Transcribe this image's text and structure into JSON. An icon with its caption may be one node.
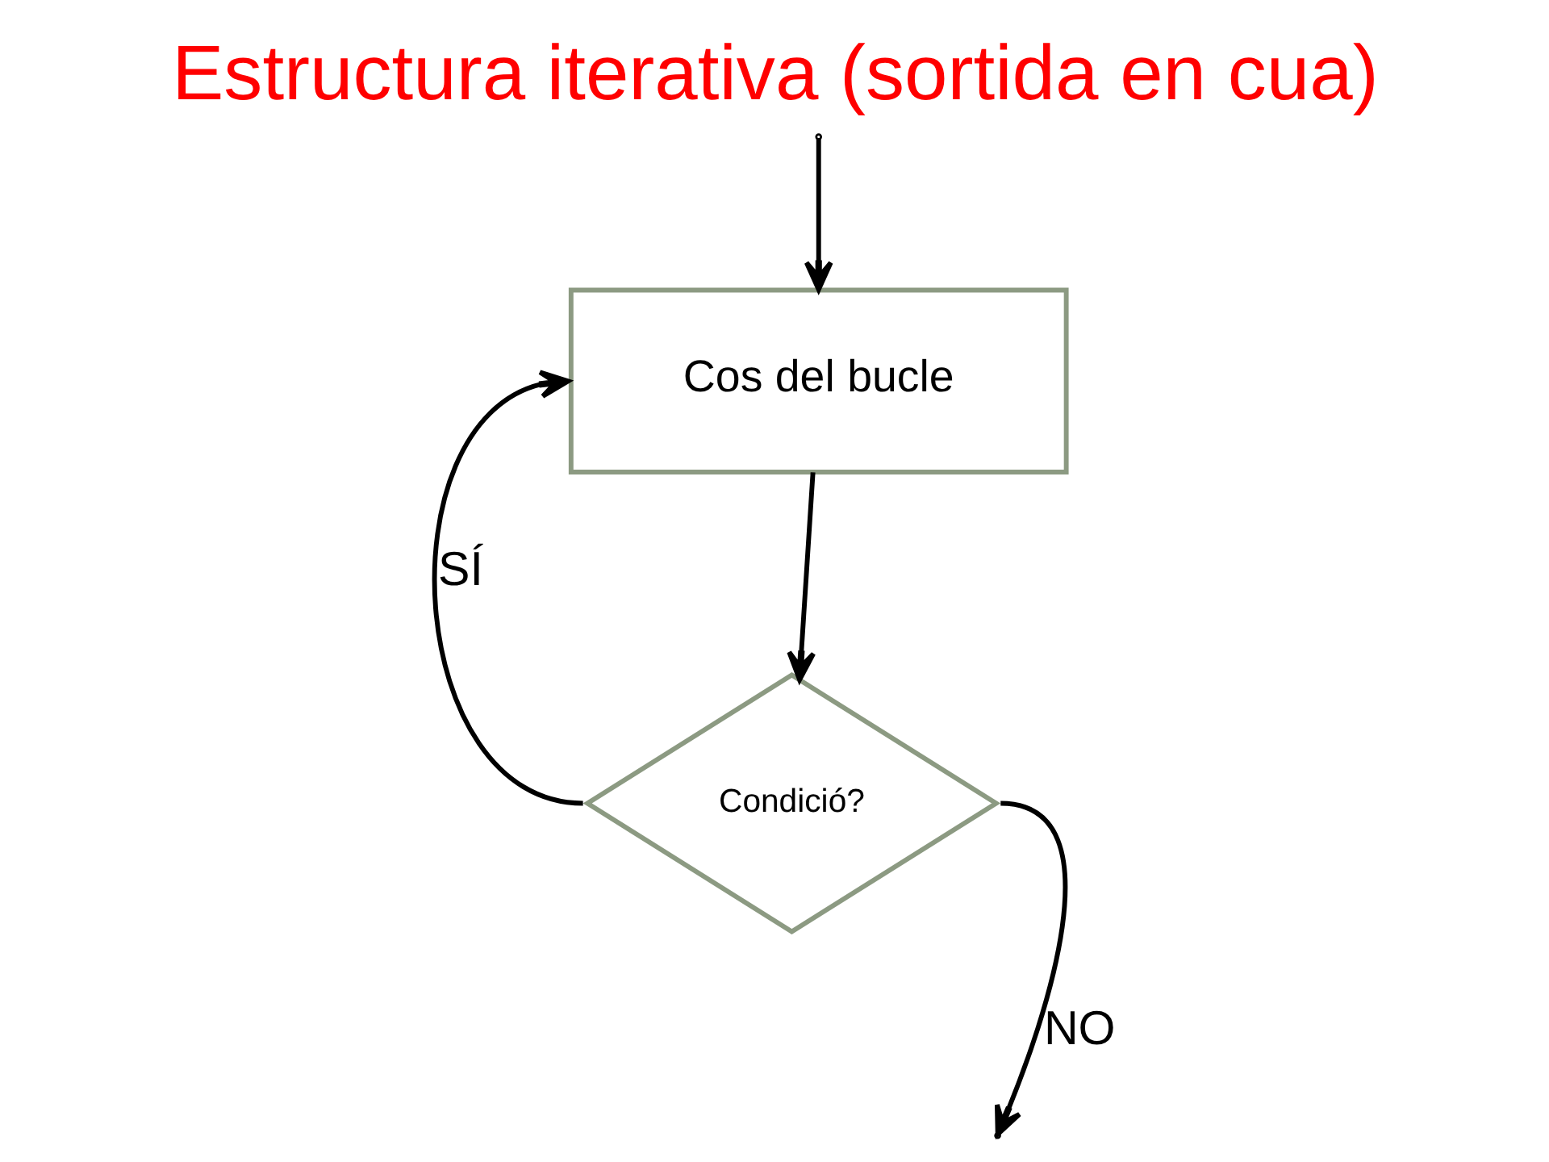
{
  "diagram": {
    "title": "Estructura iterativa (sortida en cua)",
    "nodes": [
      {
        "text": [
          "Cos del bucle"
        ]
      },
      {
        "text": [
          "Condició?"
        ]
      }
    ],
    "edges": [
      {
        "from": null,
        "to": 0,
        "arrow": "to"
      },
      {
        "from": 0,
        "to": 1,
        "arrow": "to"
      },
      {
        "from": 1,
        "to": 0,
        "arrow": "to",
        "label": "SÍ"
      },
      {
        "from": 1,
        "to": null,
        "arrow": "to",
        "label": "NO"
      }
    ]
  }
}
